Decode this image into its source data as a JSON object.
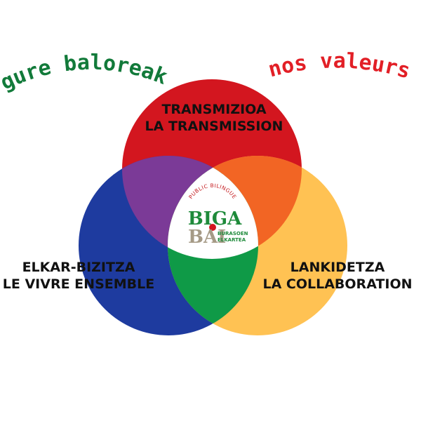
{
  "headings": {
    "left": "gure baloreak",
    "right": "nos valeurs"
  },
  "circles": {
    "top": {
      "line1": "TRANSMIZIOA",
      "line2": "LA TRANSMISSION"
    },
    "left": {
      "line1": "ELKAR-BIZITZA",
      "line2": "LE VIVRE ENSEMBLE"
    },
    "right": {
      "line1": "LANKIDETZA",
      "line2": "LA COLLABORATION"
    }
  },
  "logo": {
    "arc_text": "PUBLIC BILINGUE",
    "word1": "BIGA",
    "word2": "BAI",
    "tag_line1": "BURASOEN",
    "tag_line2": "ELKARTEA"
  },
  "colors": {
    "red": "#d3161f",
    "blue": "#1e3b9f",
    "yellow": "#ffc253",
    "purple": "#7b3a97",
    "orange": "#f26524",
    "green": "#0f9a47",
    "heading_green": "#127a3a",
    "heading_red": "#e21f26",
    "logo_green": "#1e8a3a",
    "logo_gray": "#a59a86"
  }
}
